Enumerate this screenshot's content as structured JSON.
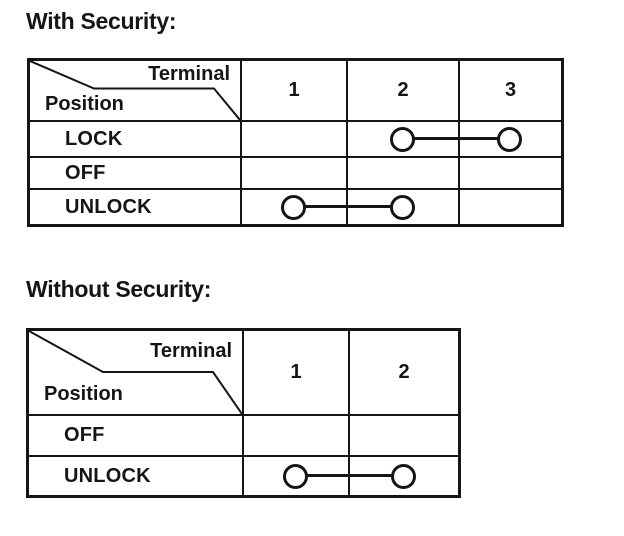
{
  "page": {
    "paper_color": "#ffffff",
    "ink_color": "#151515"
  },
  "sections": [
    {
      "heading": "With Security:",
      "table": {
        "corner": {
          "top_label": "Terminal",
          "bottom_label": "Position"
        },
        "terminals": [
          "1",
          "2",
          "3"
        ],
        "rows": [
          {
            "label": "LOCK",
            "connections": [
              2,
              3
            ]
          },
          {
            "label": "OFF",
            "connections": []
          },
          {
            "label": "UNLOCK",
            "connections": [
              1,
              2
            ]
          }
        ]
      }
    },
    {
      "heading": "Without Security:",
      "table": {
        "corner": {
          "top_label": "Terminal",
          "bottom_label": "Position"
        },
        "terminals": [
          "1",
          "2"
        ],
        "rows": [
          {
            "label": "OFF",
            "connections": []
          },
          {
            "label": "UNLOCK",
            "connections": [
              1,
              2
            ]
          }
        ]
      }
    }
  ]
}
